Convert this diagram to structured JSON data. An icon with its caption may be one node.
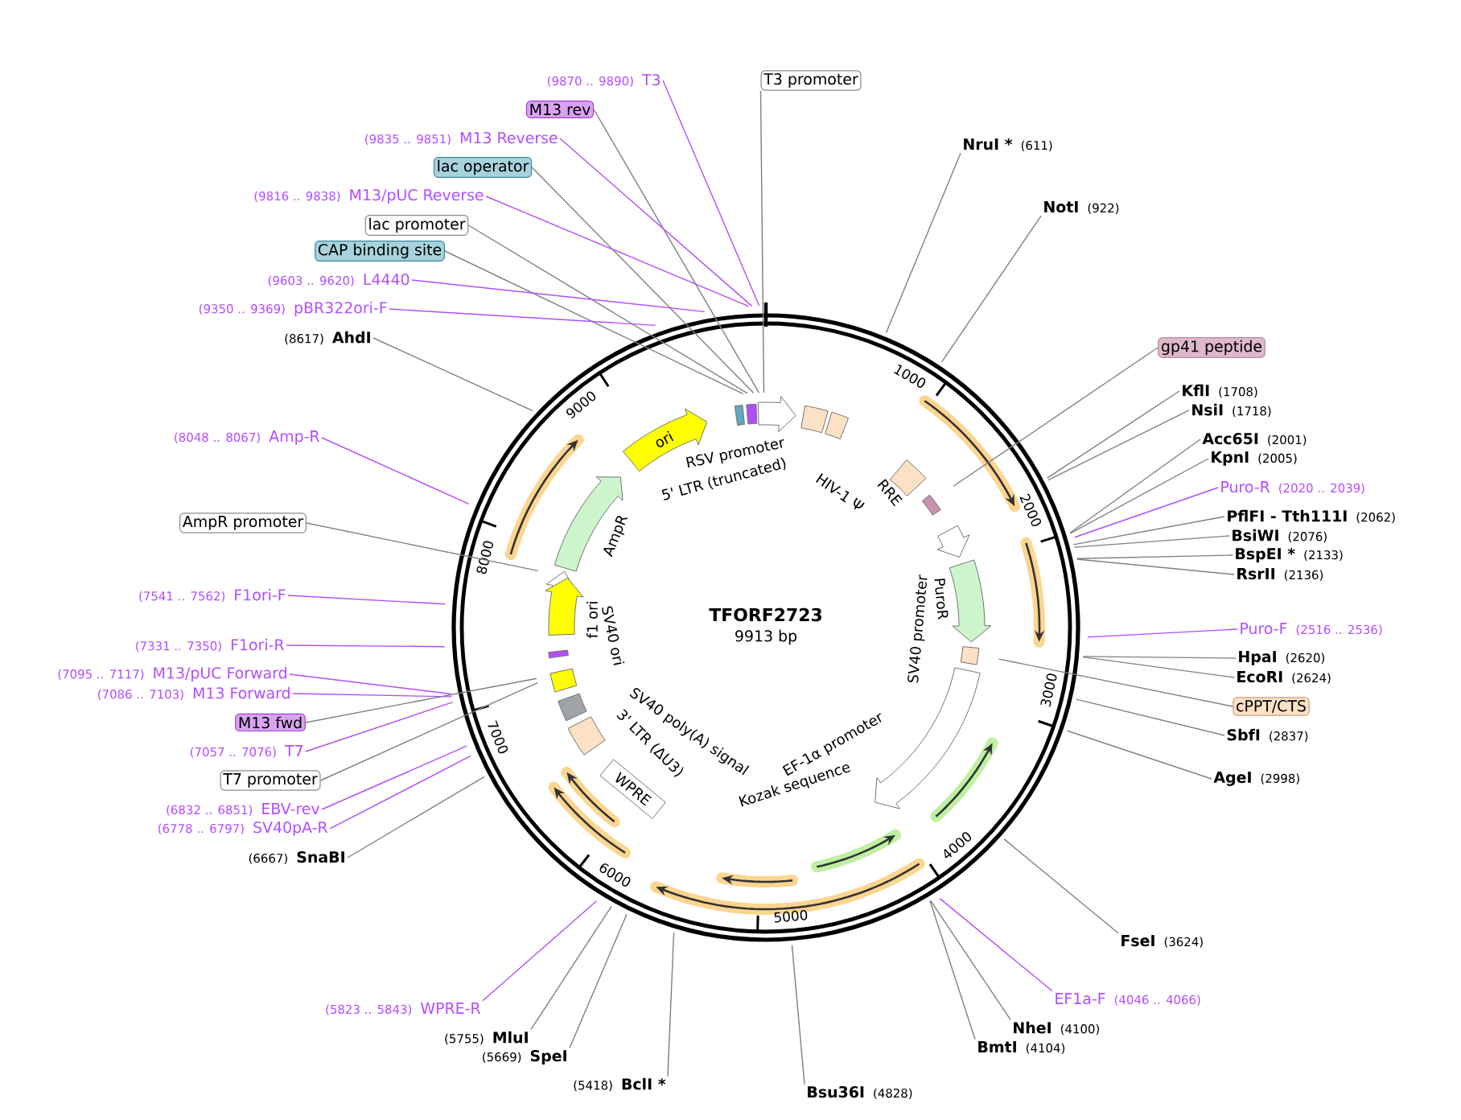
{
  "diagram": {
    "title": "TFORF2723",
    "nodes": [
      {
        "text": [
          "(9870 .. 9890)",
          "T3"
        ]
      },
      {
        "text": [
          "M13 rev"
        ]
      },
      {
        "text": [
          "(9835 .. 9851)",
          "M13 Reverse"
        ]
      },
      {
        "text": [
          "lac operator"
        ]
      },
      {
        "text": [
          "(9816 .. 9838)",
          "M13/pUC Reverse"
        ]
      },
      {
        "text": [
          "lac promoter"
        ]
      },
      {
        "text": [
          "CAP binding site"
        ]
      },
      {
        "text": [
          "(9603 .. 9620)",
          "L4440"
        ]
      },
      {
        "text": [
          "(9350 .. 9369)",
          "pBR322ori-F"
        ]
      },
      {
        "text": [
          "(8617)",
          "AhdI"
        ]
      },
      {
        "text": [
          "(8048 .. 8067)",
          "Amp-R"
        ]
      },
      {
        "text": [
          "AmpR promoter"
        ]
      },
      {
        "text": [
          "(7541 .. 7562)",
          "F1ori-F"
        ]
      },
      {
        "text": [
          "(7331 .. 7350)",
          "F1ori-R"
        ]
      },
      {
        "text": [
          "(7095 .. 7117)",
          "M13/pUC Forward"
        ]
      },
      {
        "text": [
          "(7086 .. 7103)",
          "M13 Forward"
        ]
      },
      {
        "text": [
          "M13 fwd"
        ]
      },
      {
        "text": [
          "(7057 .. 7076)",
          "T7"
        ]
      },
      {
        "text": [
          "T7 promoter"
        ]
      },
      {
        "text": [
          "(6832 .. 6851)",
          "EBV-rev"
        ]
      },
      {
        "text": [
          "(6778 .. 6797)",
          "SV40pA-R"
        ]
      },
      {
        "text": [
          "(6667)",
          "SnaBI"
        ]
      },
      {
        "text": [
          "(5823 .. 5843)",
          "WPRE-R"
        ]
      },
      {
        "text": [
          "(5755)",
          "MluI"
        ]
      },
      {
        "text": [
          "(5669)",
          "SpeI"
        ]
      },
      {
        "text": [
          "(5418)",
          "BclI *"
        ]
      },
      {
        "text": [
          "Bsu36I",
          "(4828)"
        ]
      },
      {
        "text": [
          "T3 promoter"
        ]
      },
      {
        "text": [
          "NruI *",
          "(611)"
        ]
      },
      {
        "text": [
          "NotI",
          "(922)"
        ]
      },
      {
        "text": [
          "gp41 peptide"
        ]
      },
      {
        "text": [
          "KflI",
          "(1708)"
        ]
      },
      {
        "text": [
          "NsiI",
          "(1718)"
        ]
      },
      {
        "text": [
          "Acc65I",
          "(2001)"
        ]
      },
      {
        "text": [
          "KpnI",
          "(2005)"
        ]
      },
      {
        "text": [
          "Puro-R",
          "(2020 .. 2039)"
        ]
      },
      {
        "text": [
          "PflFI - Tth111I",
          "(2062)"
        ]
      },
      {
        "text": [
          "BsiWI",
          "(2076)"
        ]
      },
      {
        "text": [
          "BspEI *",
          "(2133)"
        ]
      },
      {
        "text": [
          "RsrII",
          "(2136)"
        ]
      },
      {
        "text": [
          "Puro-F",
          "(2516 .. 2536)"
        ]
      },
      {
        "text": [
          "HpaI",
          "(2620)"
        ]
      },
      {
        "text": [
          "EcoRI",
          "(2624)"
        ]
      },
      {
        "text": [
          "cPPT/CTS"
        ]
      },
      {
        "text": [
          "SbfI",
          "(2837)"
        ]
      },
      {
        "text": [
          "AgeI",
          "(2998)"
        ]
      },
      {
        "text": [
          "FseI",
          "(3624)"
        ]
      },
      {
        "text": [
          "EF1a-F",
          "(4046 .. 4066)"
        ]
      },
      {
        "text": [
          "NheI",
          "(4100)"
        ]
      },
      {
        "text": [
          "BmtI",
          "(4104)"
        ]
      },
      {
        "text": [
          "ori"
        ]
      },
      {
        "text": [
          "WPRE"
        ]
      }
    ],
    "edges": [
      {
        "from": 0,
        "to": null,
        "arrow": "none",
        "color": "#b24dff"
      },
      {
        "from": 1,
        "to": null,
        "arrow": "none"
      },
      {
        "from": 2,
        "to": null,
        "arrow": "none",
        "color": "#b24dff"
      },
      {
        "from": 3,
        "to": null,
        "arrow": "none"
      },
      {
        "from": 4,
        "to": null,
        "arrow": "none",
        "color": "#b24dff"
      },
      {
        "from": 5,
        "to": null,
        "arrow": "none"
      },
      {
        "from": 6,
        "to": null,
        "arrow": "none"
      },
      {
        "from": 7,
        "to": null,
        "arrow": "none",
        "color": "#b24dff"
      },
      {
        "from": 8,
        "to": null,
        "arrow": "none",
        "color": "#b24dff"
      },
      {
        "from": 9,
        "to": null,
        "arrow": "none"
      },
      {
        "from": 10,
        "to": null,
        "arrow": "none",
        "color": "#b24dff"
      },
      {
        "from": 11,
        "to": null,
        "arrow": "none"
      },
      {
        "from": 12,
        "to": null,
        "arrow": "none",
        "color": "#b24dff"
      },
      {
        "from": 13,
        "to": null,
        "arrow": "none",
        "color": "#b24dff"
      },
      {
        "from": 14,
        "to": null,
        "arrow": "none",
        "color": "#b24dff"
      },
      {
        "from": 15,
        "to": null,
        "arrow": "none",
        "color": "#b24dff"
      },
      {
        "from": 16,
        "to": null,
        "arrow": "none"
      },
      {
        "from": 17,
        "to": null,
        "arrow": "none",
        "color": "#b24dff"
      },
      {
        "from": 18,
        "to": null,
        "arrow": "none"
      },
      {
        "from": 19,
        "to": null,
        "arrow": "none",
        "color": "#b24dff"
      },
      {
        "from": 20,
        "to": null,
        "arrow": "none",
        "color": "#b24dff"
      },
      {
        "from": 21,
        "to": null,
        "arrow": "none"
      },
      {
        "from": 22,
        "to": null,
        "arrow": "none",
        "color": "#b24dff"
      },
      {
        "from": 23,
        "to": null,
        "arrow": "none"
      },
      {
        "from": 24,
        "to": null,
        "arrow": "none"
      },
      {
        "from": 25,
        "to": null,
        "arrow": "none"
      },
      {
        "from": 26,
        "to": null,
        "arrow": "none"
      },
      {
        "from": 27,
        "to": null,
        "arrow": "none"
      },
      {
        "from": 28,
        "to": null,
        "arrow": "none"
      },
      {
        "from": 29,
        "to": null,
        "arrow": "none"
      },
      {
        "from": 30,
        "to": null,
        "arrow": "none"
      },
      {
        "from": 31,
        "to": null,
        "arrow": "none"
      },
      {
        "from": 32,
        "to": null,
        "arrow": "none"
      },
      {
        "from": 33,
        "to": null,
        "arrow": "none"
      },
      {
        "from": 34,
        "to": null,
        "arrow": "none"
      },
      {
        "from": 35,
        "to": null,
        "arrow": "none",
        "color": "#b24dff"
      },
      {
        "from": 36,
        "to": null,
        "arrow": "none"
      },
      {
        "from": 37,
        "to": null,
        "arrow": "none"
      },
      {
        "from": 38,
        "to": null,
        "arrow": "none"
      },
      {
        "from": 39,
        "to": null,
        "arrow": "none"
      },
      {
        "from": 40,
        "to": null,
        "arrow": "none",
        "color": "#b24dff"
      },
      {
        "from": 41,
        "to": null,
        "arrow": "none"
      },
      {
        "from": 42,
        "to": null,
        "arrow": "none"
      },
      {
        "from": 43,
        "to": null,
        "arrow": "none"
      },
      {
        "from": 44,
        "to": null,
        "arrow": "none"
      },
      {
        "from": 45,
        "to": null,
        "arrow": "none"
      },
      {
        "from": 46,
        "to": null,
        "arrow": "none"
      },
      {
        "from": 47,
        "to": null,
        "arrow": "none",
        "color": "#b24dff"
      },
      {
        "from": 48,
        "to": null,
        "arrow": "none"
      },
      {
        "from": 49,
        "to": null,
        "arrow": "none"
      }
    ],
    "labels": [
      "9913 bp",
      "RSV promoter",
      "5' LTR (truncated)",
      "HIV-1 Ψ",
      "RRE",
      "SV40 promoter",
      "PuroR",
      "EF-1α promoter",
      "Kozak sequence",
      "SV40 poly(A) signal",
      "3' LTR (ΔU3)",
      "SV40 ori",
      "f1 ori",
      "AmpR",
      "1000",
      "2000",
      "3000",
      "4000",
      "5000",
      "6000",
      "7000",
      "8000",
      "9000"
    ]
  }
}
